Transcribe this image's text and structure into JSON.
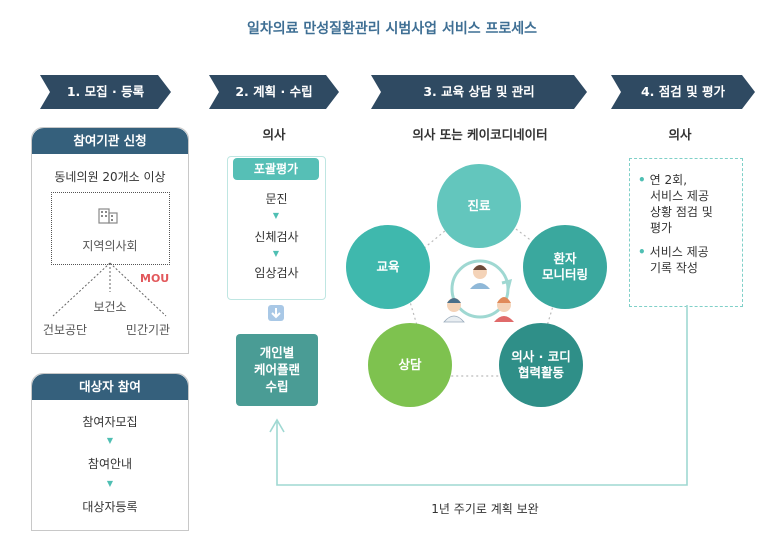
{
  "title": "일차의료 만성질환관리 시범사업 서비스 프로세스",
  "steps": [
    {
      "label": "1. 모집 · 등록"
    },
    {
      "label": "2. 계획 · 수립"
    },
    {
      "label": "3. 교육 상담 및 관리"
    },
    {
      "label": "4. 점검 및 평가"
    }
  ],
  "col2_actor": "의사",
  "col3_actor": "의사 또는 케이코디네이터",
  "col4_actor": "의사",
  "participation": {
    "header": "참여기관 신청",
    "condition": "동네의원 20개소 이상",
    "center": "지역의사회",
    "mou": "MOU",
    "health_center": "보건소",
    "nhis": "건보공단",
    "private": "민간기관"
  },
  "enrollment": {
    "header": "대상자 참여",
    "items": [
      "참여자모집",
      "참여안내",
      "대상자등록"
    ]
  },
  "assessment": {
    "header": "포괄평가",
    "items": [
      "문진",
      "신체검사",
      "임상검사"
    ]
  },
  "care_plan": {
    "lines": [
      "개인별",
      "케어플랜",
      "수립"
    ]
  },
  "cycle": {
    "treatment": "진료",
    "monitoring": [
      "환자",
      "모니터링"
    ],
    "coop": [
      "의사 · 코디",
      "협력활동"
    ],
    "counsel": "상담",
    "education": "교육"
  },
  "evaluation": {
    "items": [
      [
        "연 2회,",
        "서비스 제공",
        "상황 점검 및",
        "평가"
      ],
      [
        "서비스 제공",
        "기록 작성"
      ]
    ]
  },
  "feedback_label": "1년 주기로 계획 보완",
  "colors": {
    "chevron": "#2f4a62",
    "panel_header": "#35607c",
    "teal": "#4fbfb3",
    "plan_box": "#4a9c95",
    "mou": "#e2585b",
    "title": "#3f6f94"
  }
}
